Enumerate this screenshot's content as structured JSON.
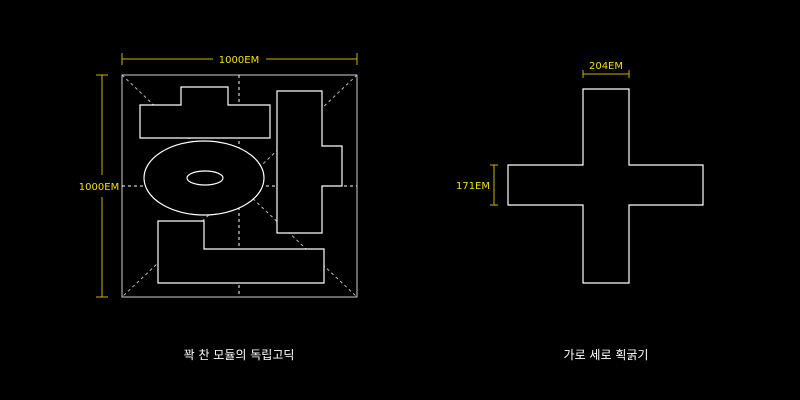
{
  "colors": {
    "background": "#000000",
    "outline": "#ffffff",
    "dimension": "#c8b600",
    "dimension_text": "#f0e000"
  },
  "left_figure": {
    "width_label": "1000EM",
    "height_label": "1000EM",
    "caption": "꽉 찬 모듈의 독립고딕"
  },
  "right_figure": {
    "stroke_width_label": "204EM",
    "stroke_height_label": "171EM",
    "caption": "가로 세로 획굵기"
  }
}
